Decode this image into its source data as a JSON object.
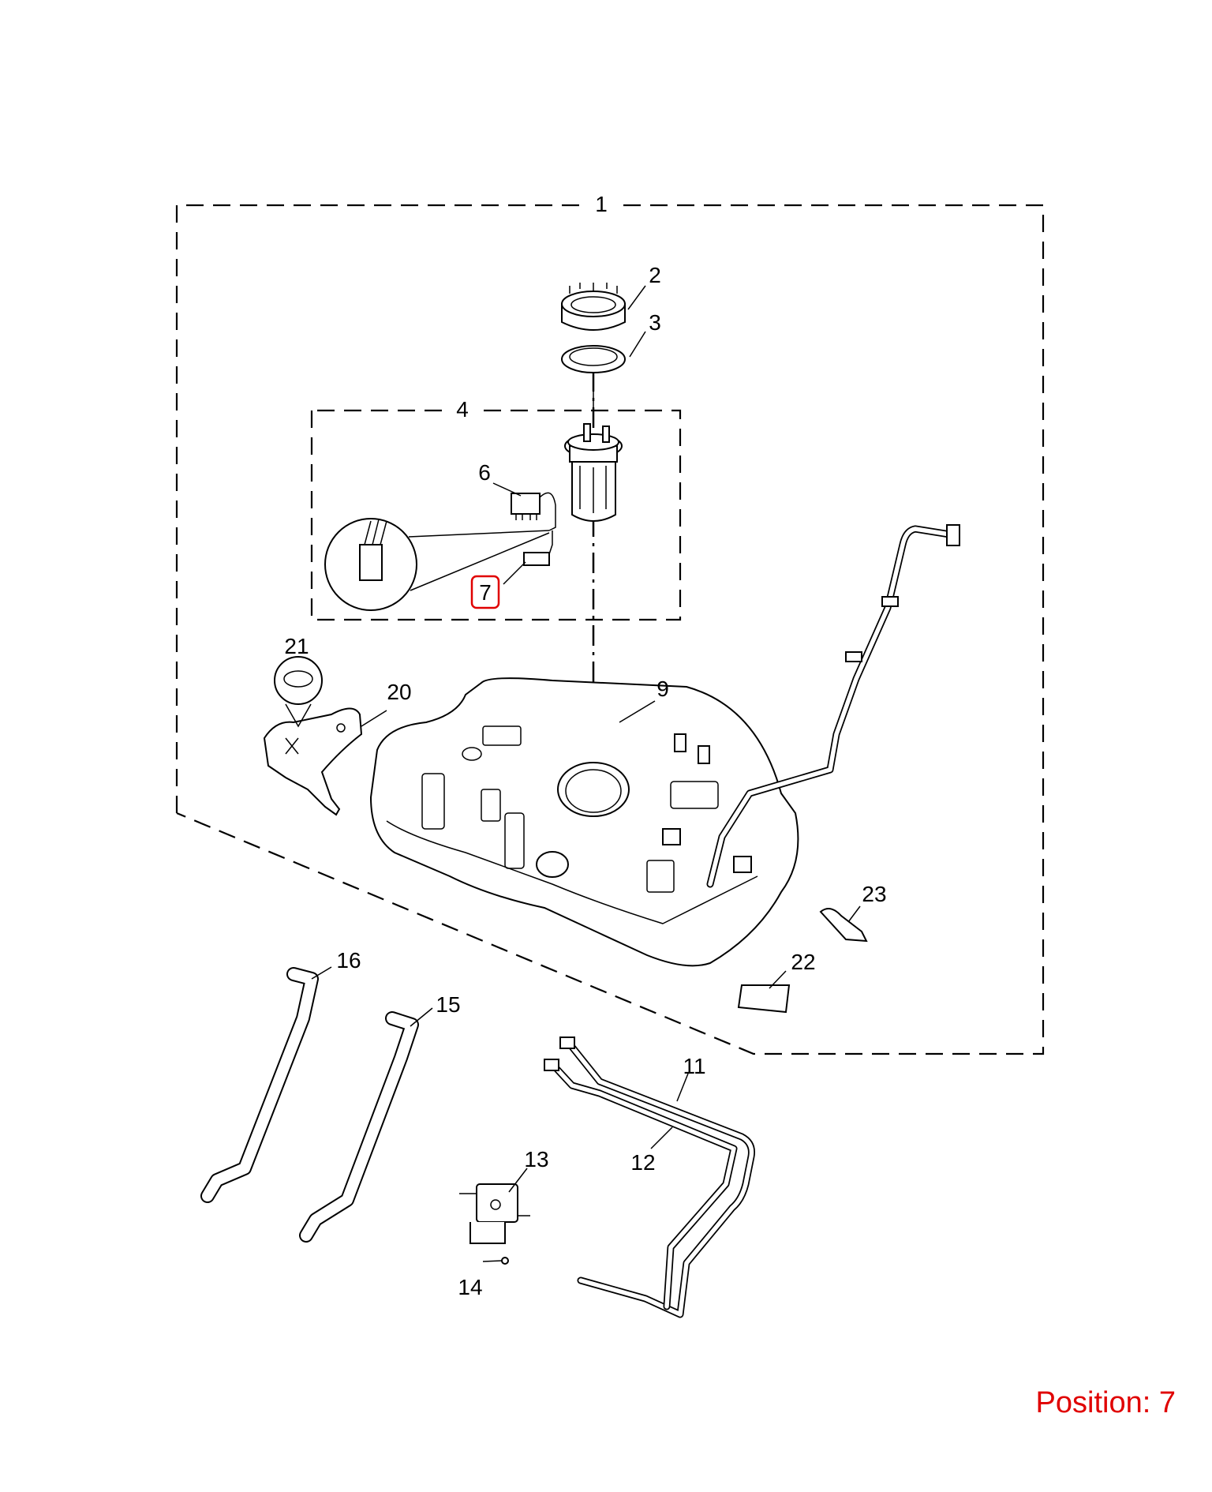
{
  "callouts": [
    "1",
    "2",
    "3",
    "4",
    "6",
    "7",
    "9",
    "11",
    "12",
    "13",
    "14",
    "15",
    "16",
    "20",
    "21",
    "22",
    "23"
  ],
  "highlighted_callout": "7",
  "highlight_color": "#e00000",
  "position_label": "Position: 7"
}
